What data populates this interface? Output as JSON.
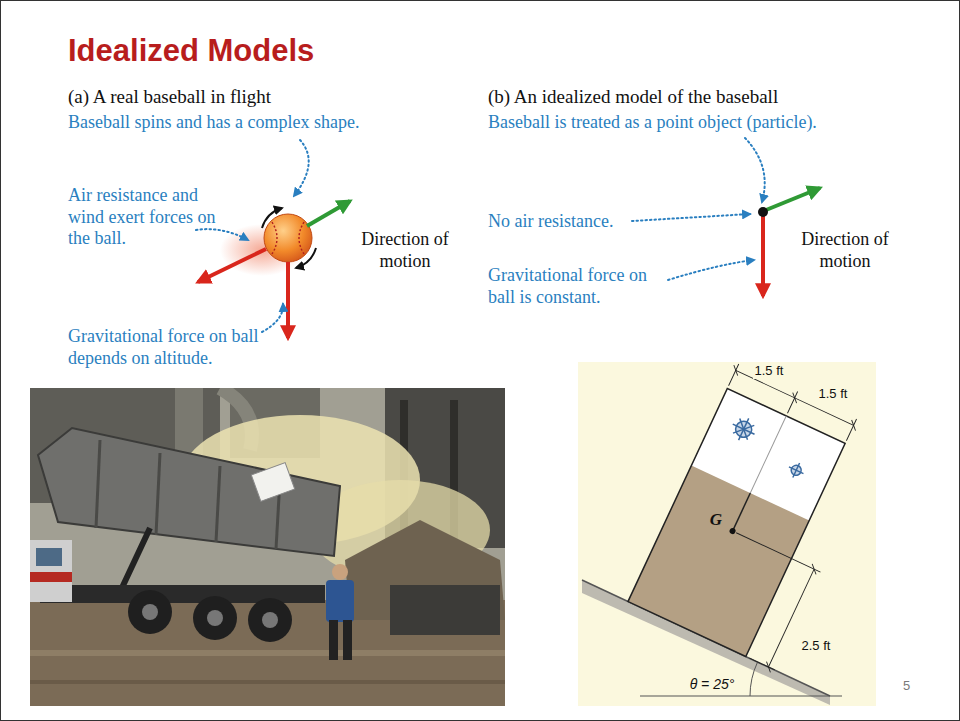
{
  "diagram": {
    "title": "Idealized Models",
    "labels": [
      "(a) A real baseball in flight",
      "Baseball spins and has a complex shape.",
      "Air resistance and wind exert forces on the ball.",
      "Direction of motion",
      "Gravitational force on ball depends on altitude.",
      "(b) An idealized model of the baseball",
      "Baseball is treated as a point object (particle).",
      "No air resistance.",
      "Direction of motion",
      "Gravitational force on ball is constant.",
      "1.5 ft",
      "1.5 ft",
      "G",
      "2.5 ft",
      "θ = 25°",
      "5"
    ]
  }
}
